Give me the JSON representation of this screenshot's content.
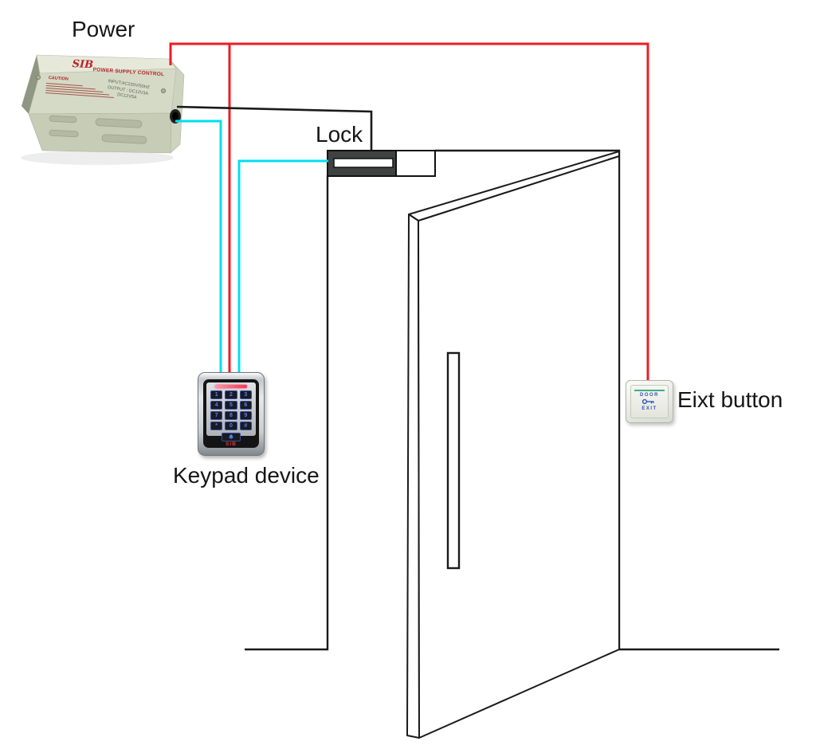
{
  "labels": {
    "power": "Power",
    "lock": "Lock",
    "keypad_device": "Keypad device",
    "exit_button": "Eixt button"
  },
  "power_supply": {
    "brand": "SIB",
    "heading": "POWER SUPPLY CONTROL",
    "caution": "CAUTION",
    "spec_line1": "INPUT:AC220V/50HZ",
    "spec_line2": "OUTPUT : DC12V3A",
    "spec_line3": "DC12V5A"
  },
  "keypad": {
    "brand": "SIB",
    "keys": [
      "1",
      "2",
      "3",
      "4",
      "5",
      "6",
      "7",
      "8",
      "9",
      "*",
      "0",
      "#"
    ]
  },
  "exit_button": {
    "line1": "DOOR",
    "line2": "EXIT"
  },
  "icons": {
    "keypad_bell": "bell-icon",
    "exit_key": "key-icon"
  },
  "colors": {
    "wire_red": "#ed1c24",
    "wire_cyan": "#00dff2",
    "line_dark": "#1a1a1a",
    "lock_gray": "#404242",
    "brand_red": "#b8232a",
    "key_blue": "#5b7cf5",
    "led_pink": "#ef3b4e",
    "exit_green": "#3fae7e",
    "exit_blue": "#2f55b4"
  }
}
